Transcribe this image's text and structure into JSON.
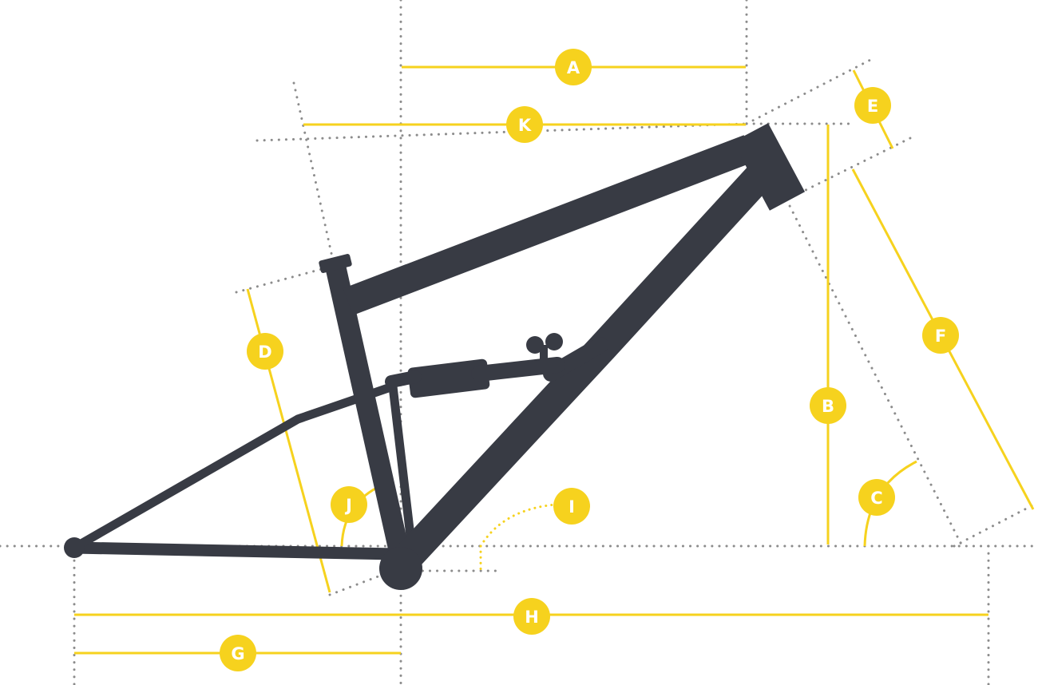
{
  "diagram": {
    "colors": {
      "frame": "#383b44",
      "dimension": "#f6d21e",
      "guide": "#8c8c8c",
      "label_text": "#ffffff"
    },
    "labels": {
      "A": "A",
      "B": "B",
      "C": "C",
      "D": "D",
      "E": "E",
      "F": "F",
      "G": "G",
      "H": "H",
      "I": "I",
      "J": "J",
      "K": "K"
    }
  }
}
